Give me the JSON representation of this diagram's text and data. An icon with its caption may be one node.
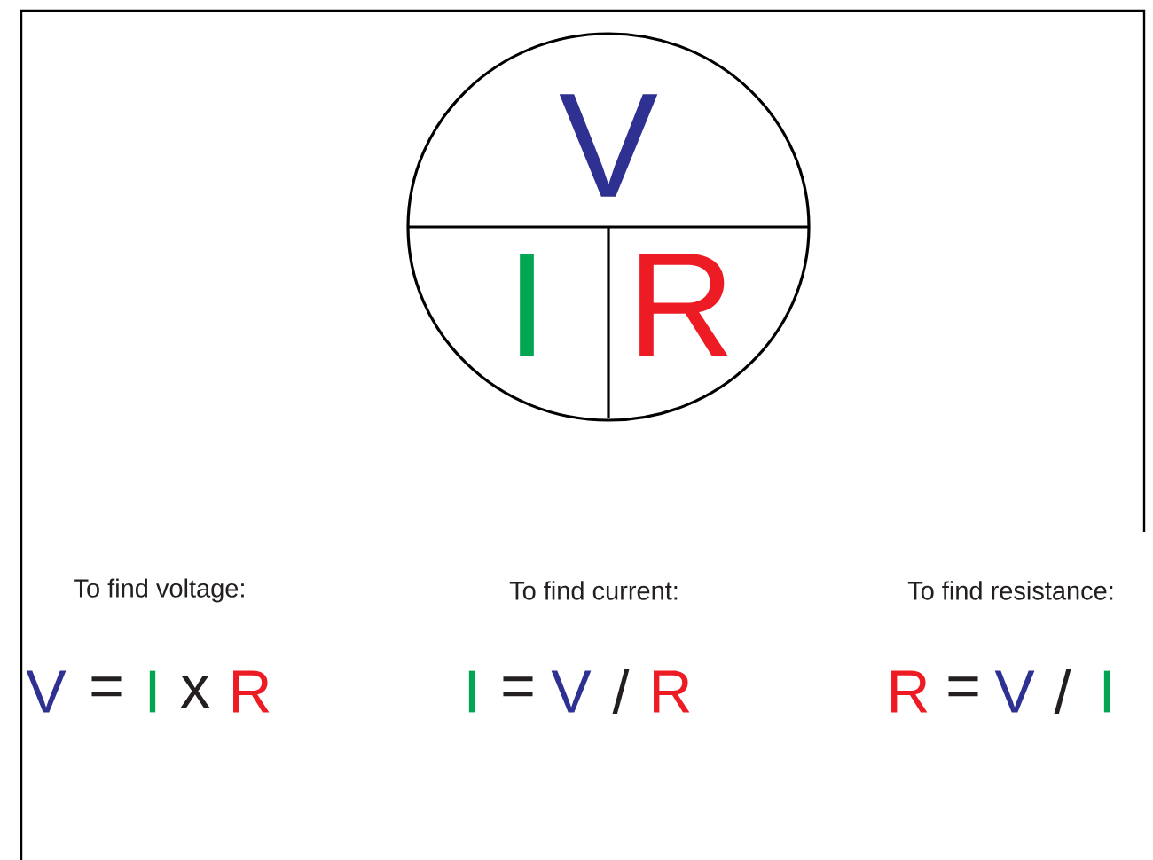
{
  "diagram": {
    "labels": [
      "V",
      "I",
      "R",
      "To find voltage:",
      "To find current:",
      "To find resistance:",
      "V",
      "=",
      "I",
      "x",
      "R",
      "I",
      "=",
      "V",
      "/",
      "R",
      "R",
      "=",
      "V",
      "/",
      "I"
    ]
  }
}
